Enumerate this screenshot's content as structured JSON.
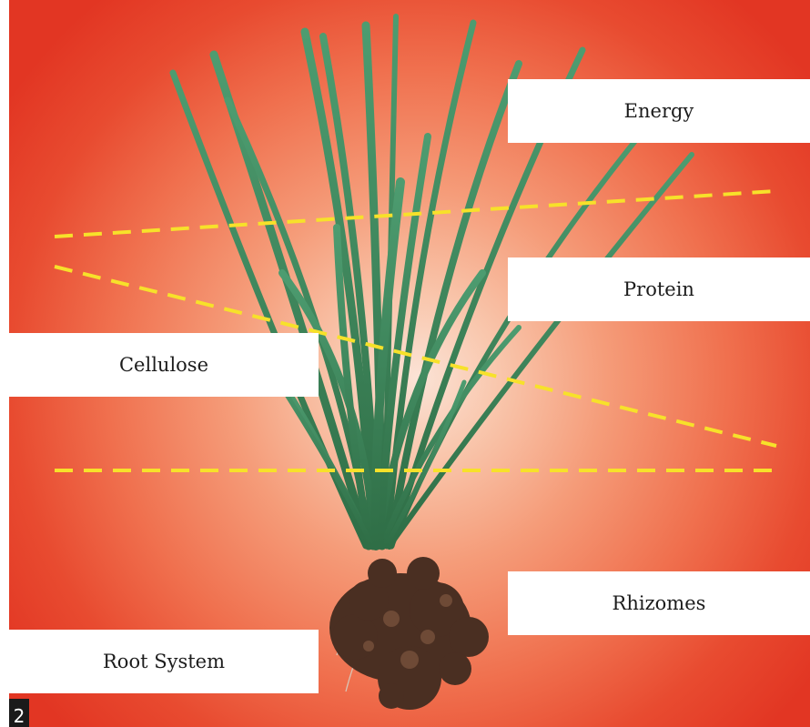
{
  "figure": {
    "labels": {
      "energy": "Energy",
      "protein": "Protein",
      "cellulose": "Cellulose",
      "rhizomes": "Rhizomes",
      "root_system": "Root System"
    },
    "page_number": "2"
  },
  "colors": {
    "background_center": "#fbe3d6",
    "background_edge": "#e23623",
    "divider_line": "#f7e12a",
    "grass_blade": "#3f8a5c",
    "soil": "#4a2f22"
  },
  "icons": {
    "plant": "grass-plant-illustration",
    "roots": "root-ball-illustration"
  }
}
